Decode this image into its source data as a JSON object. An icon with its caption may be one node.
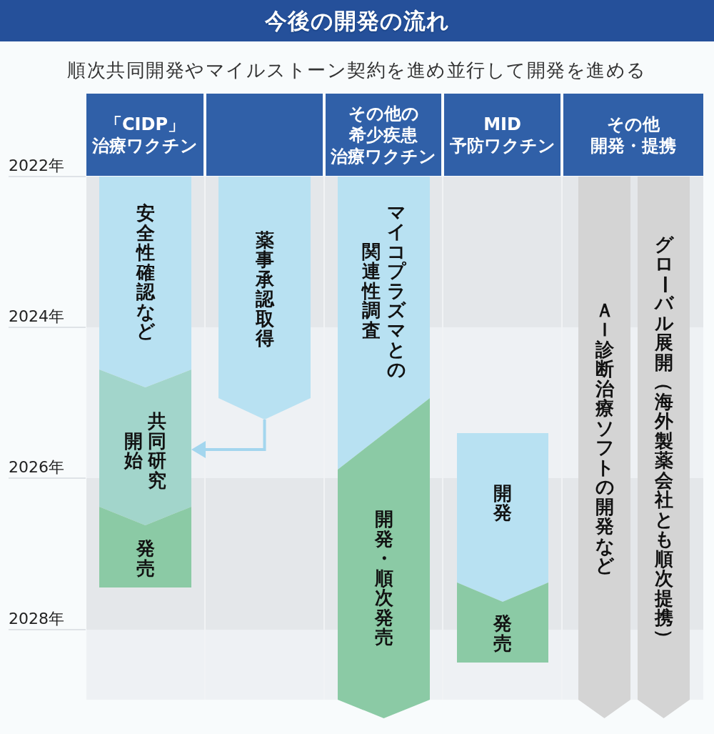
{
  "diagram": {
    "title": "今後の開発の流れ",
    "nodes": [
      {
        "text": [
          "「CIDP」治療ワクチン"
        ]
      },
      {
        "text": [],
        "shape": "box"
      },
      {
        "text": [
          "その他の希少疾患治療ワクチン"
        ]
      },
      {
        "text": [
          "MID予防ワクチン"
        ]
      },
      {
        "text": [
          "その他開発・提携"
        ]
      },
      {
        "text": [
          "安全性確認など"
        ]
      },
      {
        "text": [
          "共同研究開始"
        ]
      },
      {
        "text": [
          "発売"
        ]
      },
      {
        "text": [
          "薬事承認取得"
        ]
      },
      {
        "text": [
          "マイコプラズマとの関連性調査"
        ]
      },
      {
        "text": [
          "開発・順次発売"
        ]
      },
      {
        "text": [
          "開発"
        ]
      },
      {
        "text": [
          "発売"
        ]
      },
      {
        "text": [
          "ＡＩ診断治療ソフトの開発など"
        ]
      },
      {
        "text": [
          "グローバル展開（海外製薬会社とも順次提携）"
        ]
      }
    ],
    "edges": [
      {
        "from": 8,
        "to": 6,
        "arrow": "to"
      }
    ],
    "labels": [
      "順次共同開発やマイルストーン契約を進め並行して開発を進める",
      "2022年",
      "2024年",
      "2026年",
      "2028年"
    ]
  }
}
